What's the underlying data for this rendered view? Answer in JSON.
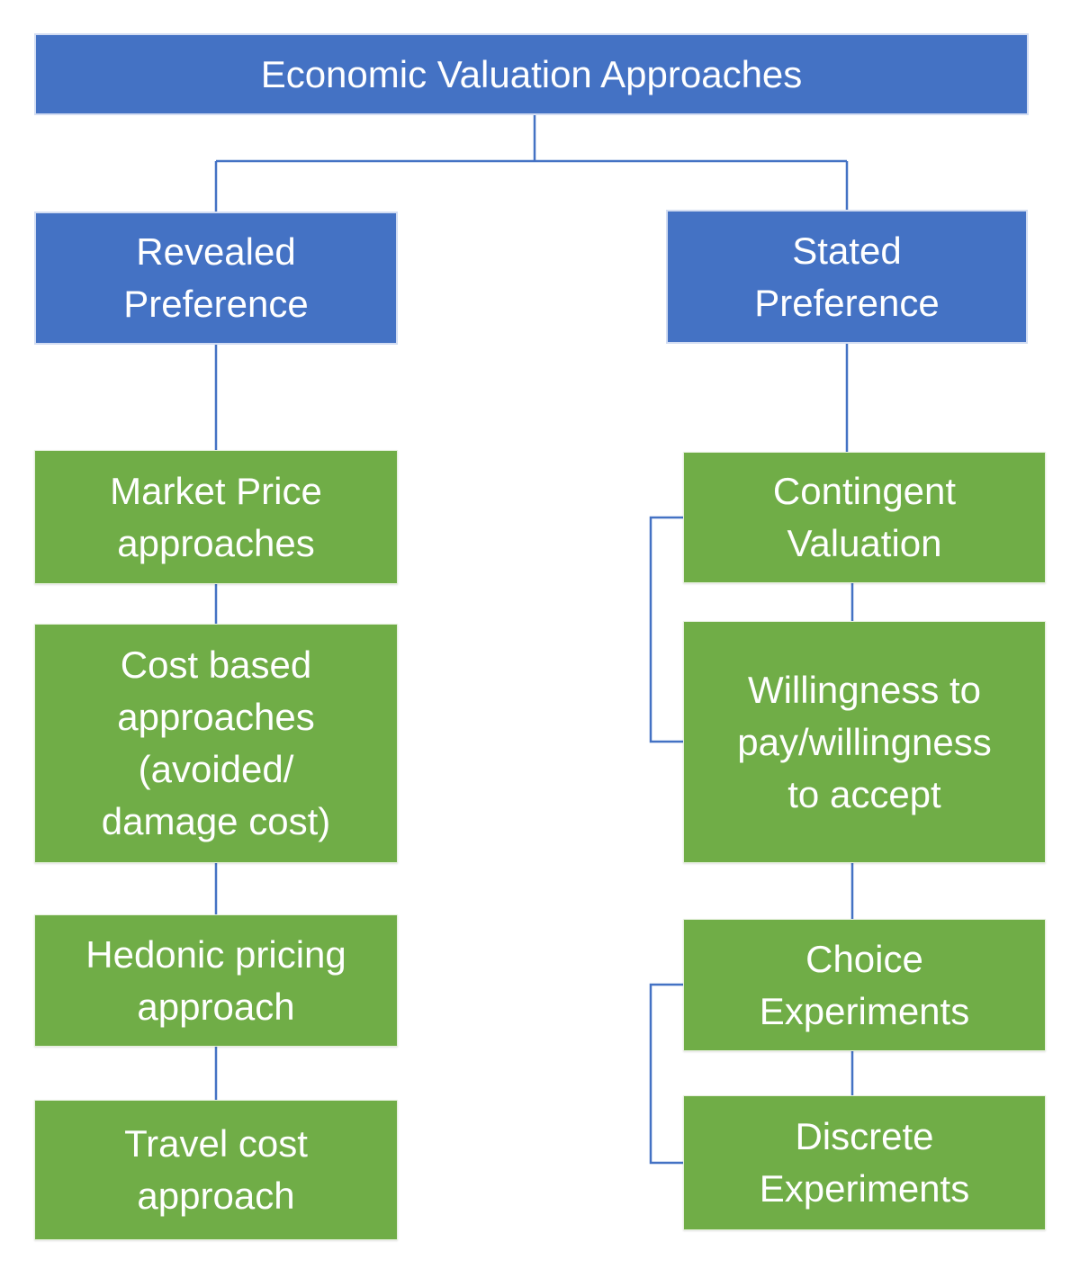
{
  "diagram": {
    "title": "Economic Valuation Approaches",
    "left_branch": {
      "header": "Revealed\nPreference",
      "items": [
        "Market Price\napproaches",
        "Cost based\napproaches\n(avoided/\ndamage cost)",
        "Hedonic pricing\napproach",
        "Travel cost\napproach"
      ]
    },
    "right_branch": {
      "header": "Stated\nPreference",
      "items": [
        "Contingent\nValuation",
        "Willingness to\npay/willingness\nto accept",
        "Choice\nExperiments",
        "Discrete\nExperiments"
      ]
    },
    "colors": {
      "node_blue": "#4472C4",
      "node_green": "#70AD47",
      "connector": "#4472C4",
      "text": "#FFFFFF"
    }
  }
}
